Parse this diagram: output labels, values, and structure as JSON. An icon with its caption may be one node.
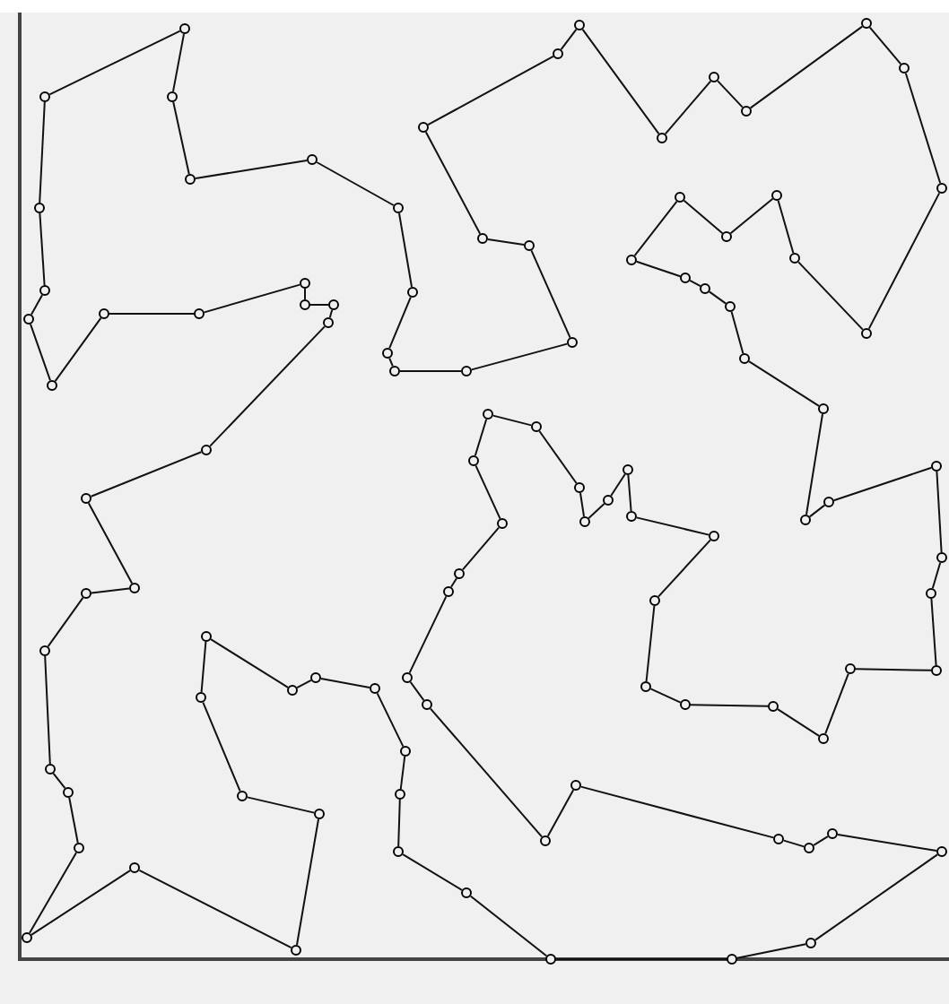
{
  "diagram": {
    "nodes": [
      {
        "text": [],
        "shape": "circle"
      },
      {
        "text": [],
        "shape": "circle"
      },
      {
        "text": [],
        "shape": "circle"
      },
      {
        "text": [],
        "shape": "circle"
      },
      {
        "text": [],
        "shape": "circle"
      },
      {
        "text": [],
        "shape": "circle"
      },
      {
        "text": [],
        "shape": "circle"
      },
      {
        "text": [],
        "shape": "circle"
      },
      {
        "text": [],
        "shape": "circle"
      },
      {
        "text": [],
        "shape": "circle"
      },
      {
        "text": [],
        "shape": "circle"
      },
      {
        "text": [],
        "shape": "circle"
      },
      {
        "text": [],
        "shape": "circle"
      },
      {
        "text": [],
        "shape": "circle"
      },
      {
        "text": [],
        "shape": "circle"
      },
      {
        "text": [],
        "shape": "circle"
      },
      {
        "text": [],
        "shape": "circle"
      },
      {
        "text": [],
        "shape": "circle"
      },
      {
        "text": [],
        "shape": "circle"
      },
      {
        "text": [],
        "shape": "circle"
      },
      {
        "text": [],
        "shape": "circle"
      },
      {
        "text": [],
        "shape": "circle"
      },
      {
        "text": [],
        "shape": "circle"
      },
      {
        "text": [],
        "shape": "circle"
      },
      {
        "text": [],
        "shape": "circle"
      },
      {
        "text": [],
        "shape": "circle"
      },
      {
        "text": [],
        "shape": "circle"
      },
      {
        "text": [],
        "shape": "circle"
      },
      {
        "text": [],
        "shape": "circle"
      },
      {
        "text": [],
        "shape": "circle"
      },
      {
        "text": [],
        "shape": "circle"
      },
      {
        "text": [],
        "shape": "circle"
      },
      {
        "text": [],
        "shape": "circle"
      },
      {
        "text": [],
        "shape": "circle"
      },
      {
        "text": [],
        "shape": "circle"
      },
      {
        "text": [],
        "shape": "circle"
      },
      {
        "text": [],
        "shape": "circle"
      },
      {
        "text": [],
        "shape": "circle"
      },
      {
        "text": [],
        "shape": "circle"
      },
      {
        "text": [],
        "shape": "circle"
      },
      {
        "text": [],
        "shape": "circle"
      },
      {
        "text": [],
        "shape": "circle"
      },
      {
        "text": [],
        "shape": "circle"
      },
      {
        "text": [],
        "shape": "circle"
      },
      {
        "text": [],
        "shape": "circle"
      },
      {
        "text": [],
        "shape": "circle"
      },
      {
        "text": [],
        "shape": "circle"
      },
      {
        "text": [],
        "shape": "circle"
      },
      {
        "text": [],
        "shape": "circle"
      },
      {
        "text": [],
        "shape": "circle"
      },
      {
        "text": [],
        "shape": "circle"
      },
      {
        "text": [],
        "shape": "circle"
      },
      {
        "text": [],
        "shape": "circle"
      },
      {
        "text": [],
        "shape": "circle"
      },
      {
        "text": [],
        "shape": "circle"
      },
      {
        "text": [],
        "shape": "circle"
      },
      {
        "text": [],
        "shape": "circle"
      },
      {
        "text": [],
        "shape": "circle"
      },
      {
        "text": [],
        "shape": "circle"
      },
      {
        "text": [],
        "shape": "circle"
      },
      {
        "text": [],
        "shape": "circle"
      },
      {
        "text": [],
        "shape": "circle"
      },
      {
        "text": [],
        "shape": "circle"
      },
      {
        "text": [],
        "shape": "circle"
      },
      {
        "text": [],
        "shape": "circle"
      },
      {
        "text": [],
        "shape": "circle"
      },
      {
        "text": [],
        "shape": "circle"
      },
      {
        "text": [],
        "shape": "circle"
      },
      {
        "text": [],
        "shape": "circle"
      },
      {
        "text": [],
        "shape": "circle"
      },
      {
        "text": [],
        "shape": "circle"
      },
      {
        "text": [],
        "shape": "circle"
      },
      {
        "text": [],
        "shape": "circle"
      },
      {
        "text": [],
        "shape": "circle"
      },
      {
        "text": [],
        "shape": "circle"
      },
      {
        "text": [],
        "shape": "circle"
      },
      {
        "text": [],
        "shape": "circle"
      },
      {
        "text": [],
        "shape": "circle"
      },
      {
        "text": [],
        "shape": "circle"
      },
      {
        "text": [],
        "shape": "circle"
      },
      {
        "text": [],
        "shape": "circle"
      },
      {
        "text": [],
        "shape": "circle"
      },
      {
        "text": [],
        "shape": "circle"
      },
      {
        "text": [],
        "shape": "circle"
      },
      {
        "text": [],
        "shape": "circle"
      },
      {
        "text": [],
        "shape": "circle"
      },
      {
        "text": [],
        "shape": "circle"
      },
      {
        "text": [],
        "shape": "circle"
      },
      {
        "text": [],
        "shape": "circle"
      },
      {
        "text": [],
        "shape": "circle"
      },
      {
        "text": [],
        "shape": "circle"
      },
      {
        "text": [],
        "shape": "circle"
      },
      {
        "text": [],
        "shape": "circle"
      },
      {
        "text": [],
        "shape": "circle"
      },
      {
        "text": [],
        "shape": "circle"
      },
      {
        "text": [],
        "shape": "circle"
      },
      {
        "text": [],
        "shape": "circle"
      },
      {
        "text": [],
        "shape": "circle"
      },
      {
        "text": [],
        "shape": "circle"
      },
      {
        "text": [],
        "shape": "circle"
      }
    ],
    "edges": [
      {
        "from": 0,
        "to": 1,
        "arrow": "none"
      },
      {
        "from": 1,
        "to": 2,
        "arrow": "none"
      },
      {
        "from": 2,
        "to": 3,
        "arrow": "none"
      },
      {
        "from": 3,
        "to": 4,
        "arrow": "none"
      },
      {
        "from": 4,
        "to": 5,
        "arrow": "none"
      },
      {
        "from": 5,
        "to": 6,
        "arrow": "none"
      },
      {
        "from": 6,
        "to": 7,
        "arrow": "none"
      },
      {
        "from": 7,
        "to": 8,
        "arrow": "none"
      },
      {
        "from": 8,
        "to": 9,
        "arrow": "none"
      },
      {
        "from": 9,
        "to": 10,
        "arrow": "none"
      },
      {
        "from": 10,
        "to": 11,
        "arrow": "none"
      },
      {
        "from": 11,
        "to": 12,
        "arrow": "none"
      },
      {
        "from": 12,
        "to": 13,
        "arrow": "none"
      },
      {
        "from": 13,
        "to": 14,
        "arrow": "none"
      },
      {
        "from": 14,
        "to": 15,
        "arrow": "none"
      },
      {
        "from": 15,
        "to": 16,
        "arrow": "none"
      },
      {
        "from": 16,
        "to": 17,
        "arrow": "none"
      },
      {
        "from": 17,
        "to": 18,
        "arrow": "none"
      },
      {
        "from": 18,
        "to": 19,
        "arrow": "none"
      },
      {
        "from": 19,
        "to": 20,
        "arrow": "none"
      },
      {
        "from": 20,
        "to": 21,
        "arrow": "none"
      },
      {
        "from": 21,
        "to": 22,
        "arrow": "none"
      },
      {
        "from": 22,
        "to": 23,
        "arrow": "none"
      },
      {
        "from": 23,
        "to": 24,
        "arrow": "none"
      },
      {
        "from": 24,
        "to": 25,
        "arrow": "none"
      },
      {
        "from": 25,
        "to": 26,
        "arrow": "none"
      },
      {
        "from": 26,
        "to": 27,
        "arrow": "none"
      },
      {
        "from": 27,
        "to": 28,
        "arrow": "none"
      },
      {
        "from": 28,
        "to": 29,
        "arrow": "none"
      },
      {
        "from": 29,
        "to": 30,
        "arrow": "none"
      },
      {
        "from": 30,
        "to": 31,
        "arrow": "none"
      },
      {
        "from": 31,
        "to": 32,
        "arrow": "none"
      },
      {
        "from": 32,
        "to": 33,
        "arrow": "none"
      },
      {
        "from": 33,
        "to": 34,
        "arrow": "none"
      },
      {
        "from": 34,
        "to": 35,
        "arrow": "none"
      },
      {
        "from": 35,
        "to": 36,
        "arrow": "none"
      },
      {
        "from": 36,
        "to": 37,
        "arrow": "none"
      },
      {
        "from": 37,
        "to": 38,
        "arrow": "none"
      },
      {
        "from": 38,
        "to": 39,
        "arrow": "none"
      },
      {
        "from": 39,
        "to": 40,
        "arrow": "none"
      },
      {
        "from": 40,
        "to": 41,
        "arrow": "none"
      },
      {
        "from": 41,
        "to": 42,
        "arrow": "none"
      },
      {
        "from": 42,
        "to": 43,
        "arrow": "none"
      },
      {
        "from": 43,
        "to": 44,
        "arrow": "none"
      },
      {
        "from": 44,
        "to": 45,
        "arrow": "none"
      },
      {
        "from": 45,
        "to": 46,
        "arrow": "none"
      },
      {
        "from": 46,
        "to": 47,
        "arrow": "none"
      },
      {
        "from": 47,
        "to": 48,
        "arrow": "none"
      },
      {
        "from": 48,
        "to": 49,
        "arrow": "none"
      },
      {
        "from": 49,
        "to": 50,
        "arrow": "none"
      },
      {
        "from": 50,
        "to": 51,
        "arrow": "none"
      },
      {
        "from": 51,
        "to": 52,
        "arrow": "none"
      },
      {
        "from": 52,
        "to": 53,
        "arrow": "none"
      },
      {
        "from": 53,
        "to": 54,
        "arrow": "none"
      },
      {
        "from": 54,
        "to": 55,
        "arrow": "none"
      },
      {
        "from": 55,
        "to": 56,
        "arrow": "none"
      },
      {
        "from": 56,
        "to": 57,
        "arrow": "none"
      },
      {
        "from": 57,
        "to": 58,
        "arrow": "none"
      },
      {
        "from": 58,
        "to": 59,
        "arrow": "none"
      },
      {
        "from": 59,
        "to": 60,
        "arrow": "none"
      },
      {
        "from": 60,
        "to": 61,
        "arrow": "none"
      },
      {
        "from": 61,
        "to": 62,
        "arrow": "none"
      },
      {
        "from": 62,
        "to": 63,
        "arrow": "none"
      },
      {
        "from": 63,
        "to": 64,
        "arrow": "none"
      },
      {
        "from": 64,
        "to": 65,
        "arrow": "none"
      },
      {
        "from": 65,
        "to": 66,
        "arrow": "none"
      },
      {
        "from": 66,
        "to": 67,
        "arrow": "none"
      },
      {
        "from": 67,
        "to": 68,
        "arrow": "none"
      },
      {
        "from": 68,
        "to": 69,
        "arrow": "none"
      },
      {
        "from": 69,
        "to": 70,
        "arrow": "none"
      },
      {
        "from": 70,
        "to": 71,
        "arrow": "none"
      },
      {
        "from": 71,
        "to": 72,
        "arrow": "none"
      },
      {
        "from": 72,
        "to": 73,
        "arrow": "none"
      },
      {
        "from": 73,
        "to": 74,
        "arrow": "none"
      },
      {
        "from": 74,
        "to": 75,
        "arrow": "none"
      },
      {
        "from": 75,
        "to": 76,
        "arrow": "none"
      },
      {
        "from": 76,
        "to": 77,
        "arrow": "none"
      },
      {
        "from": 77,
        "to": 78,
        "arrow": "none"
      },
      {
        "from": 78,
        "to": 79,
        "arrow": "none"
      },
      {
        "from": 79,
        "to": 80,
        "arrow": "none"
      },
      {
        "from": 80,
        "to": 81,
        "arrow": "none"
      },
      {
        "from": 81,
        "to": 82,
        "arrow": "none"
      },
      {
        "from": 82,
        "to": 83,
        "arrow": "none"
      },
      {
        "from": 83,
        "to": 84,
        "arrow": "none"
      },
      {
        "from": 84,
        "to": 85,
        "arrow": "none"
      },
      {
        "from": 85,
        "to": 86,
        "arrow": "none"
      },
      {
        "from": 86,
        "to": 87,
        "arrow": "none"
      },
      {
        "from": 87,
        "to": 88,
        "arrow": "none"
      },
      {
        "from": 88,
        "to": 89,
        "arrow": "none"
      },
      {
        "from": 89,
        "to": 90,
        "arrow": "none"
      },
      {
        "from": 90,
        "to": 91,
        "arrow": "none"
      },
      {
        "from": 91,
        "to": 92,
        "arrow": "none"
      },
      {
        "from": 92,
        "to": 93,
        "arrow": "none"
      },
      {
        "from": 93,
        "to": 94,
        "arrow": "none"
      },
      {
        "from": 94,
        "to": 95,
        "arrow": "none"
      },
      {
        "from": 95,
        "to": 96,
        "arrow": "none"
      },
      {
        "from": 96,
        "to": 97,
        "arrow": "none"
      },
      {
        "from": 97,
        "to": 98,
        "arrow": "none"
      },
      {
        "from": 98,
        "to": 99,
        "arrow": "none"
      },
      {
        "from": 99,
        "to": 0,
        "arrow": "none"
      }
    ]
  }
}
